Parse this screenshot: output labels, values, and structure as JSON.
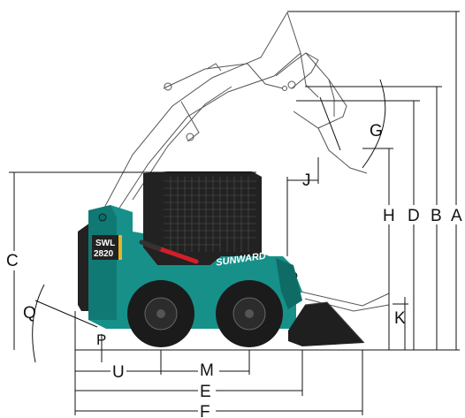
{
  "brand": {
    "name": "SUNWARD",
    "model_top": "SWL",
    "model_bottom": "2820"
  },
  "colors": {
    "body_teal": "#17908a",
    "body_teal_dark": "#0e6b66",
    "cab_black": "#222222",
    "tire_black": "#1b1b1b",
    "rod_red": "#d01f2a",
    "label_yellow": "#e7b521",
    "ghost_line": "#555555"
  },
  "dimension_labels": {
    "A": "A",
    "B": "B",
    "C": "C",
    "D": "D",
    "E": "E",
    "F": "F",
    "G": "G",
    "H": "H",
    "J": "J",
    "K": "K",
    "M": "M",
    "P": "P",
    "Q": "Q",
    "U": "U"
  }
}
